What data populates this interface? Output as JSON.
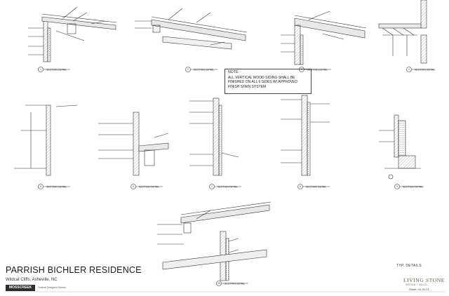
{
  "title_block": {
    "project_name": "PARRISH BICHLER RESIDENCE",
    "location": "Wildcat Cliffs, Asheville, NC",
    "logo_text": "MOSSCREEK",
    "logo_tagline": "Custom Designed Homes",
    "sheet_title": "TYP. DETAILS",
    "brand": "LIVING STONE",
    "brand_tagline": "DESIGN + BUILD",
    "sheet_number": "Sheet: 04-30-21"
  },
  "note": {
    "title": "NOTE:",
    "text": "ALL VERTICAL WOOD SIDING SHALL BE FINISHED ON ALL 6 SIDES W/ APPROVED FINISH STAIN SYSTEM"
  },
  "details": [
    {
      "id": 1,
      "label": "SECTION DETAIL"
    },
    {
      "id": 2,
      "label": "SECTION DETAIL"
    },
    {
      "id": 3,
      "label": "SECTION DETAIL"
    },
    {
      "id": 4,
      "label": "SECTION DETAIL"
    },
    {
      "id": 5,
      "label": "SECTION DETAIL"
    },
    {
      "id": 6,
      "label": "SECTION DETAIL"
    },
    {
      "id": 7,
      "label": "SECTION DETAIL"
    },
    {
      "id": 8,
      "label": "SECTION DETAIL"
    },
    {
      "id": 9,
      "label": "SECTION DETAIL"
    },
    {
      "id": 10,
      "label": "SECTION DETAIL"
    }
  ],
  "colors": {
    "line": "#333333",
    "hatch": "#777777",
    "brand": "#5a6a44"
  }
}
